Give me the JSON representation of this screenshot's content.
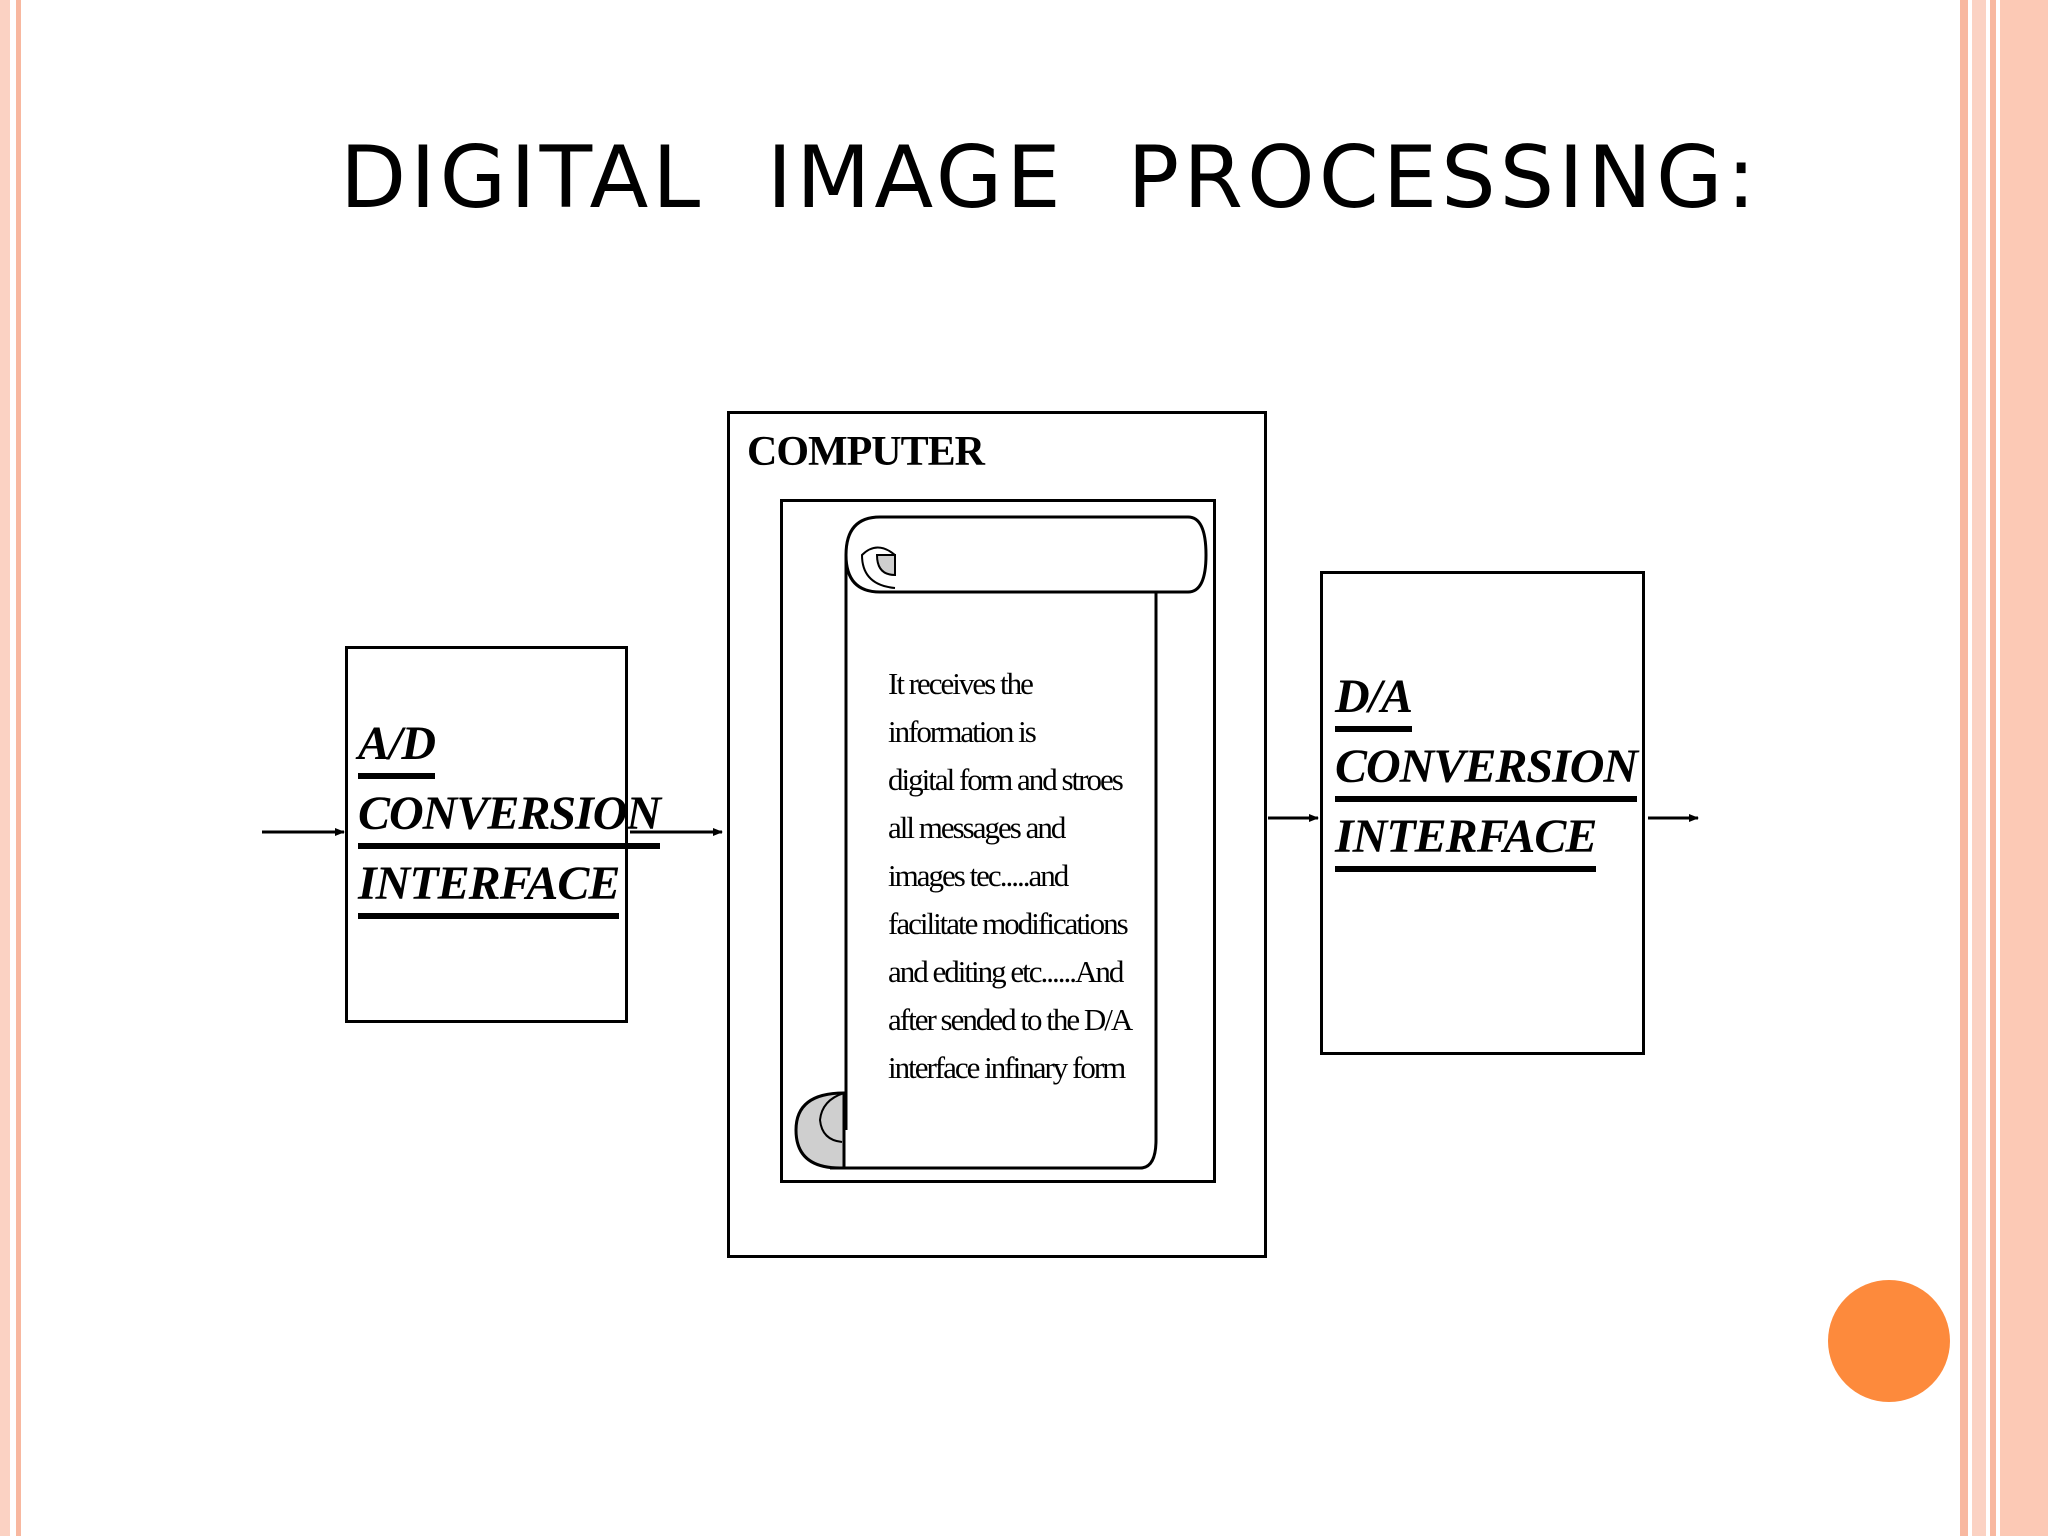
{
  "slide": {
    "title": "DIGITAL  IMAGE  PROCESSING:"
  },
  "diagram": {
    "ad_box": {
      "lines": [
        "A/D",
        "CONVERSION",
        "INTERFACE"
      ]
    },
    "computer_box": {
      "label": "COMPUTER",
      "scroll_lines": [
        "It receives the",
        "information is",
        "digital form and stroes",
        "all messages and",
        "images tec.....and",
        " facilitate modifications",
        " and editing etc......And",
        "after sended to the D/A",
        "interface infinary form"
      ]
    },
    "da_box": {
      "lines": [
        "D/A",
        "CONVERSION",
        "INTERFACE"
      ]
    }
  },
  "colors": {
    "border_light": "#fbd2c3",
    "border_dark": "#f8b8a0",
    "accent_dot": "#fd8a3c",
    "scroll_curl": "#cfcfcf"
  }
}
